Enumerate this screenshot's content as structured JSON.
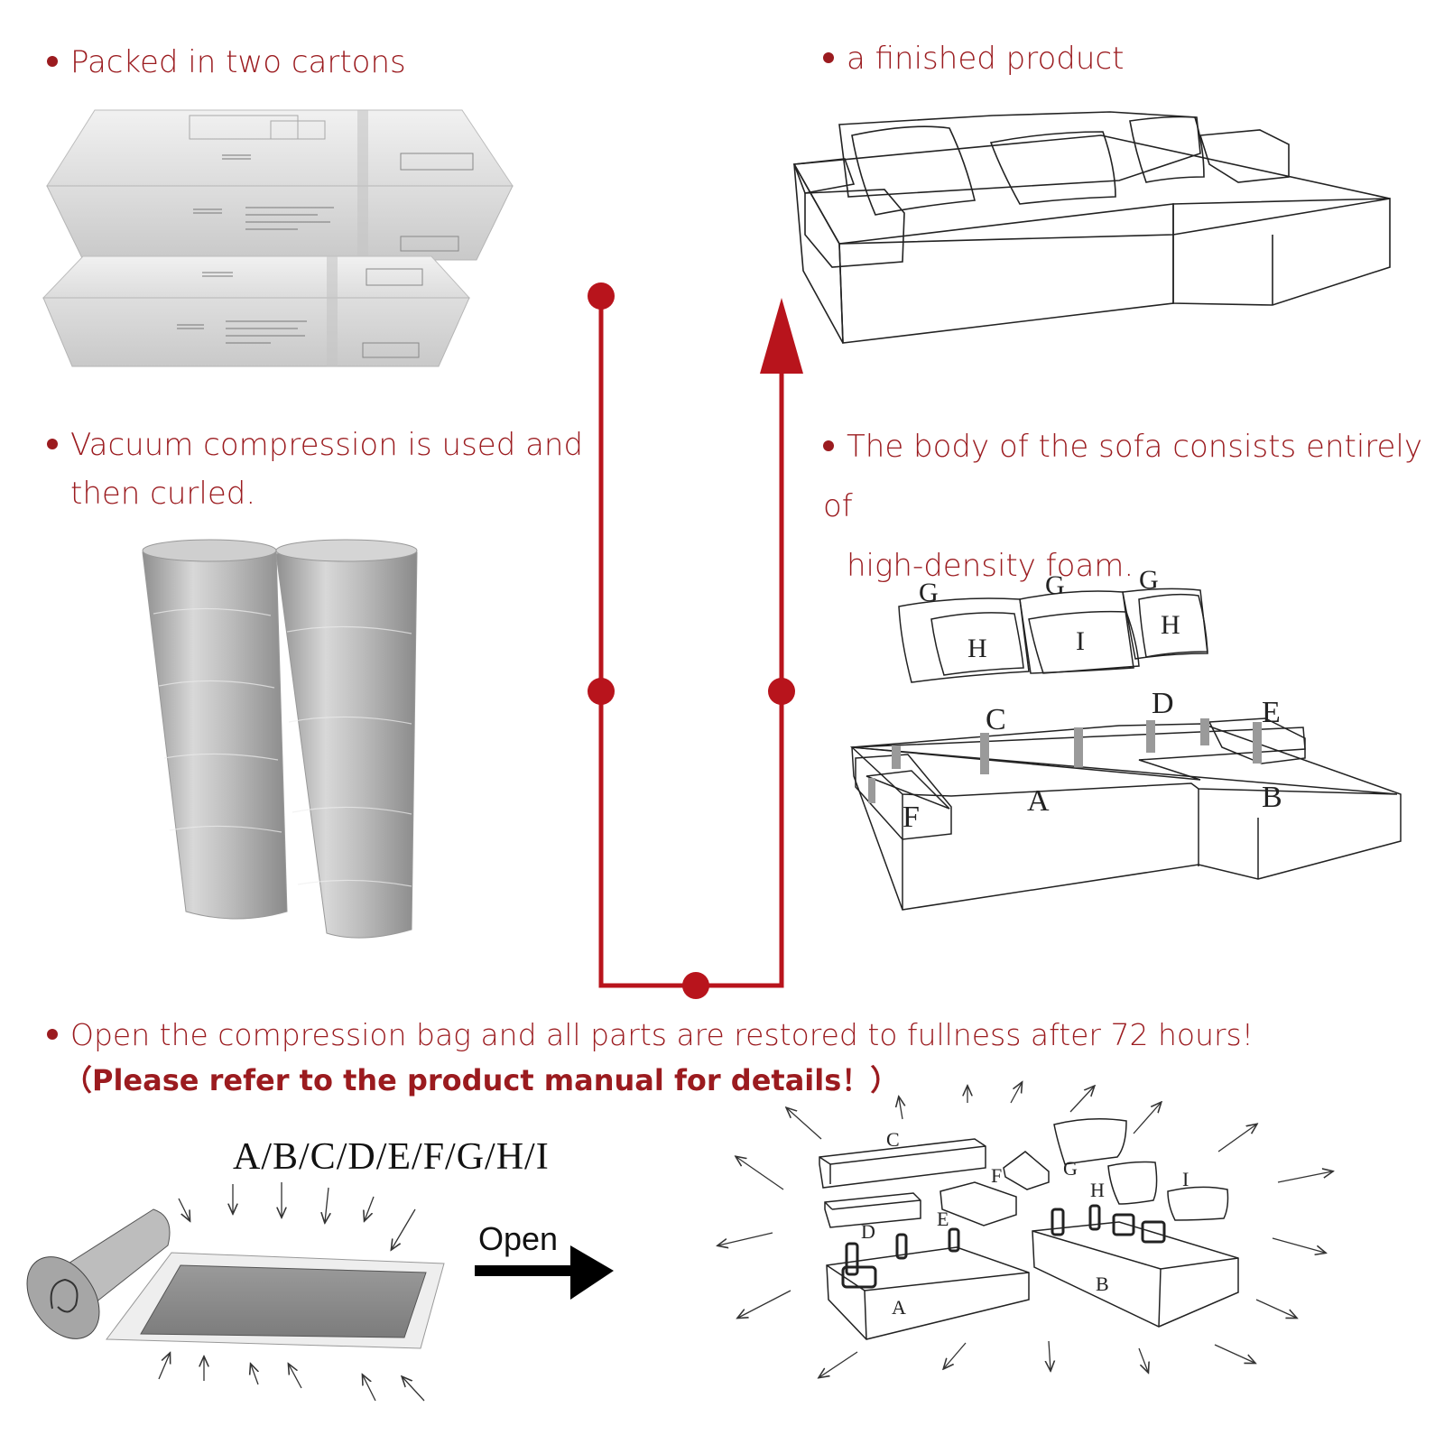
{
  "captions": {
    "packed": "Packed in two cartons",
    "finished": "a finished product",
    "vacuum_line1": "Vacuum compression is used and",
    "vacuum_line2": "then curled.",
    "foam_line1": "The body of the sofa consists entirely of",
    "foam_line2": "high-density foam.",
    "restore": "Open the compression bag and all parts are restored to fullness after 72 hours!",
    "note": "（Please refer to the product manual for details！）"
  },
  "part_list": "A/B/C/D/E/F/G/H/I",
  "open_label": "Open",
  "diagram_labels": {
    "g1": "G",
    "g2": "G",
    "g3": "G",
    "h1": "H",
    "h2": "H",
    "i1": "I",
    "c": "C",
    "d": "D",
    "e": "E",
    "f": "F",
    "a": "A",
    "b": "B"
  },
  "exploded_labels": {
    "c": "C",
    "d": "D",
    "e": "E",
    "f": "F",
    "g": "G",
    "h": "H",
    "i": "I",
    "a": "A",
    "b": "B"
  },
  "colors": {
    "accent": "#9b1b1f",
    "line": "#222222",
    "box_gray": "#d6d6d6"
  }
}
